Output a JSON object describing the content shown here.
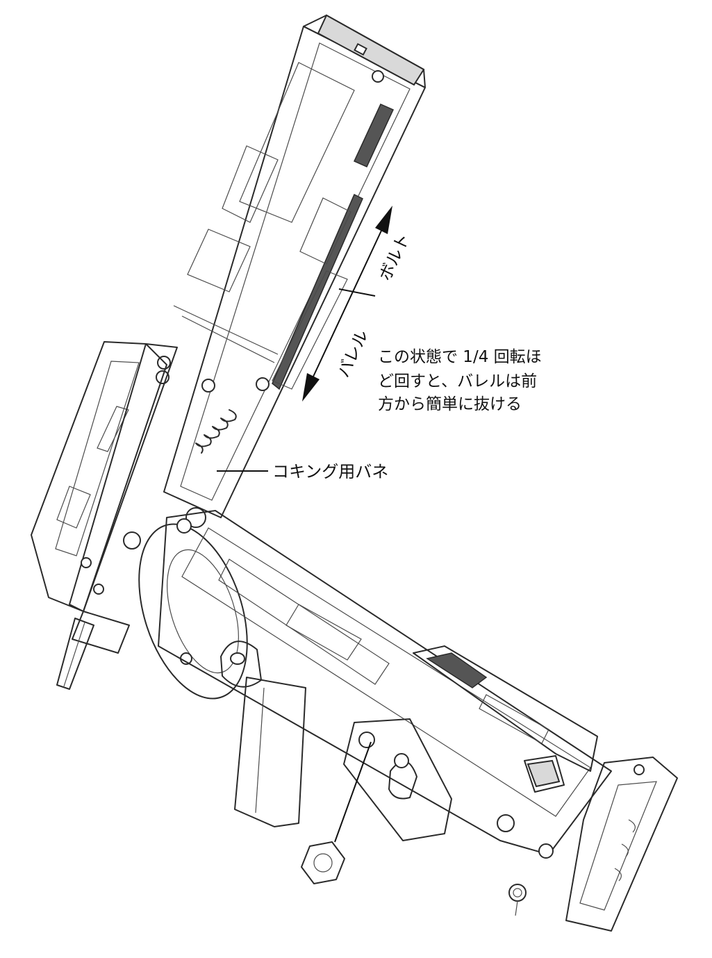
{
  "labels": {
    "bolt": "ボルト",
    "barrel": "バレル",
    "spring": "コキング用バネ",
    "note_line1": "この状態で 1/4 回転ほ",
    "note_line2": "ど回すと、バレルは前",
    "note_line3": "方から簡単に抜ける"
  },
  "colors": {
    "ink": "#2a2a2a",
    "label": "#111111",
    "background": "#ffffff"
  }
}
